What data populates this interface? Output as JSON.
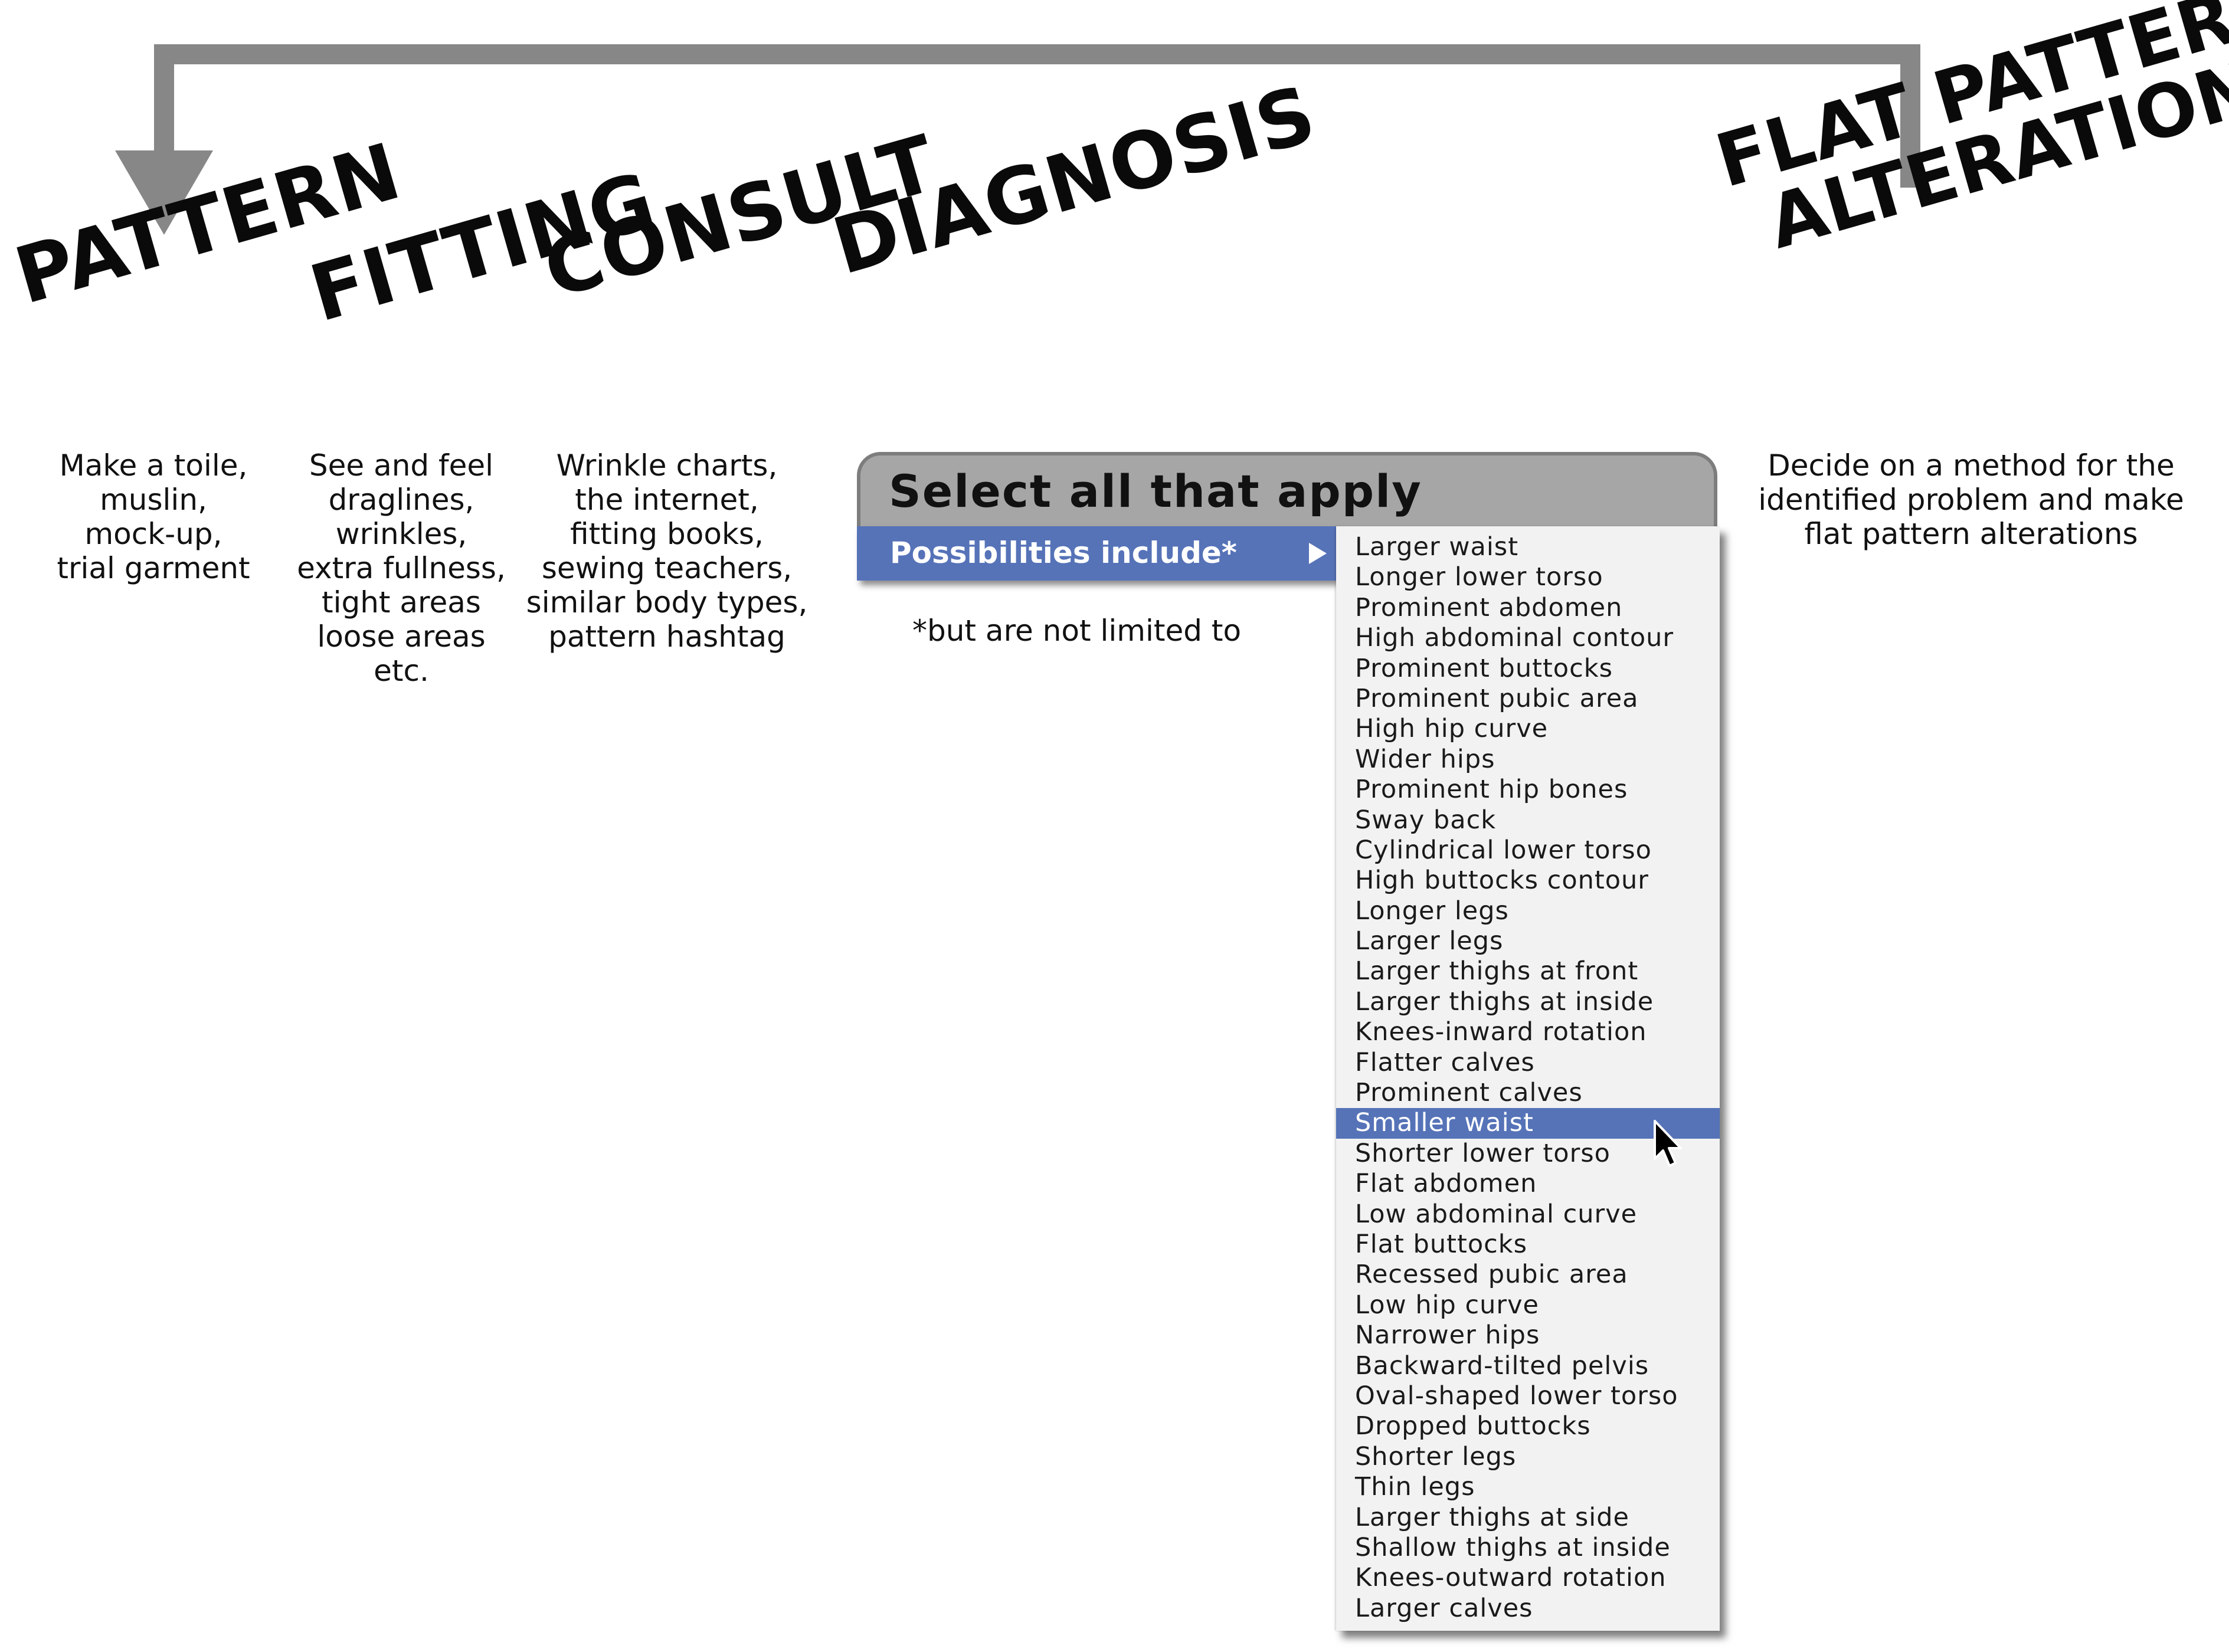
{
  "steps": {
    "pattern": {
      "title": "PATTERN",
      "description": "Make a toile,\nmuslin,\nmock-up,\ntrial garment"
    },
    "fitting": {
      "title": "FITTING",
      "description": "See and feel\ndraglines,\nwrinkles,\nextra fullness,\ntight areas\nloose areas\netc."
    },
    "consult": {
      "title": "CONSULT",
      "description": "Wrinkle charts,\nthe internet,\nfitting books,\nsewing teachers,\nsimilar body types,\npattern hashtag"
    },
    "diagnosis": {
      "title": "DIAGNOSIS"
    },
    "flat_pattern_alteration": {
      "title_line1": "FLAT PATTERN",
      "title_line2": "ALTERATION",
      "description": "Decide on a method for the\nidentified problem and make\nflat pattern alterations"
    }
  },
  "dialog": {
    "title": "Select all that apply",
    "menu_label": "Possibilities include*",
    "footnote": "*but are not limited to",
    "selected_option": "Smaller waist",
    "options": [
      "Larger waist",
      "Longer lower torso",
      "Prominent abdomen",
      "High abdominal contour",
      "Prominent buttocks",
      "Prominent pubic area",
      "High hip curve",
      "Wider hips",
      "Prominent hip bones",
      "Sway back",
      "Cylindrical lower torso",
      "High buttocks contour",
      "Longer legs",
      "Larger legs",
      "Larger thighs at front",
      "Larger thighs at inside",
      "Knees-inward rotation",
      "Flatter calves",
      "Prominent calves",
      "Smaller waist",
      "Shorter lower torso",
      "Flat abdomen",
      "Low abdominal curve",
      "Flat buttocks",
      "Recessed pubic area",
      "Low hip curve",
      "Narrower hips",
      "Backward-tilted pelvis",
      "Oval-shaped lower torso",
      "Dropped buttocks",
      "Shorter legs",
      "Thin legs",
      "Larger thighs at side",
      "Shallow thighs at inside",
      "Knees-outward rotation",
      "Larger calves"
    ]
  },
  "colors": {
    "arrow": "#878787",
    "menu_highlight": "#5673b8",
    "dialog_header": "#a6a6a6",
    "submenu_bg": "#f2f2f2"
  },
  "icons": {
    "loop_arrow": "return-arrow-icon",
    "submenu_arrow": "triangle-right-icon",
    "cursor": "mouse-pointer-icon"
  }
}
